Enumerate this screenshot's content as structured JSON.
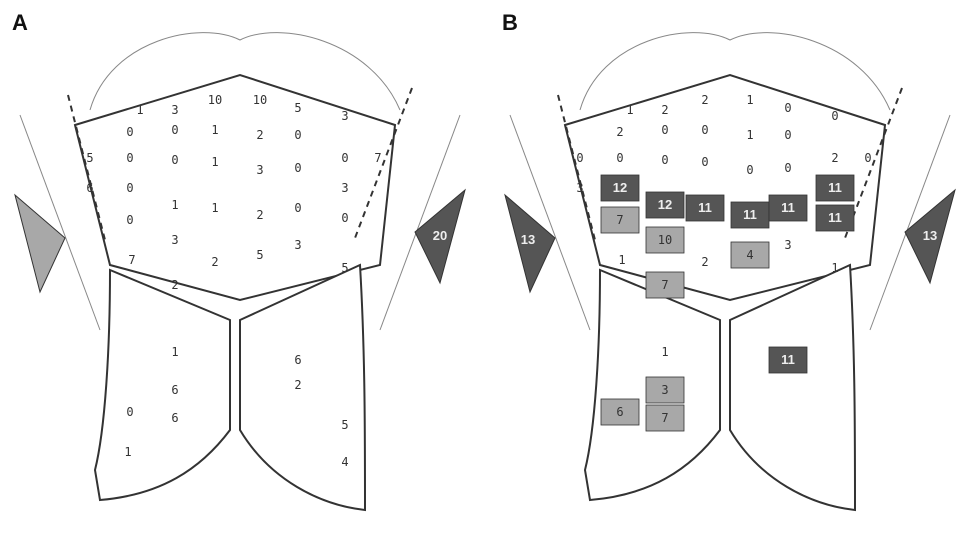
{
  "panels": [
    {
      "label": "A",
      "cells": [
        {
          "v": "1",
          "shade": "w"
        },
        {
          "v": "3",
          "shade": "w"
        },
        {
          "v": "10",
          "shade": "w"
        },
        {
          "v": "10",
          "shade": "w"
        },
        {
          "v": "5",
          "shade": "w"
        },
        {
          "v": "3",
          "shade": "w"
        },
        {
          "v": "0",
          "shade": "w"
        },
        {
          "v": "0",
          "shade": "w"
        },
        {
          "v": "1",
          "shade": "w"
        },
        {
          "v": "2",
          "shade": "w"
        },
        {
          "v": "0",
          "shade": "w"
        },
        {
          "v": "5",
          "shade": "w"
        },
        {
          "v": "0",
          "shade": "w"
        },
        {
          "v": "0",
          "shade": "w"
        },
        {
          "v": "1",
          "shade": "w"
        },
        {
          "v": "3",
          "shade": "w"
        },
        {
          "v": "0",
          "shade": "w"
        },
        {
          "v": "0",
          "shade": "w"
        },
        {
          "v": "7",
          "shade": "w"
        },
        {
          "v": "6",
          "shade": "w"
        },
        {
          "v": "0",
          "shade": "w"
        },
        {
          "v": "1",
          "shade": "w"
        },
        {
          "v": "1",
          "shade": "w"
        },
        {
          "v": "2",
          "shade": "w"
        },
        {
          "v": "0",
          "shade": "w"
        },
        {
          "v": "3",
          "shade": "w"
        },
        {
          "v": "0",
          "shade": "w"
        },
        {
          "v": "3",
          "shade": "w"
        },
        {
          "v": "2",
          "shade": "w"
        },
        {
          "v": "5",
          "shade": "w"
        },
        {
          "v": "3",
          "shade": "w"
        },
        {
          "v": "0",
          "shade": "w"
        },
        {
          "v": "7",
          "shade": "w"
        },
        {
          "v": "2",
          "shade": "w"
        },
        {
          "v": "5",
          "shade": "w"
        },
        {
          "v": "6",
          "shade": "w"
        },
        {
          "v": "1",
          "shade": "w"
        },
        {
          "v": "6",
          "shade": "w"
        },
        {
          "v": "0",
          "shade": "w"
        },
        {
          "v": "6",
          "shade": "w"
        },
        {
          "v": "2",
          "shade": "w"
        },
        {
          "v": "1",
          "shade": "w"
        },
        {
          "v": "5",
          "shade": "w"
        },
        {
          "v": "4",
          "shade": "w"
        }
      ],
      "arm_left_value": "",
      "arm_right_value": "20"
    },
    {
      "label": "B",
      "cells": [
        {
          "v": "1",
          "shade": "w"
        },
        {
          "v": "2",
          "shade": "w"
        },
        {
          "v": "2",
          "shade": "w"
        },
        {
          "v": "1",
          "shade": "w"
        },
        {
          "v": "0",
          "shade": "w"
        },
        {
          "v": "0",
          "shade": "w"
        },
        {
          "v": "2",
          "shade": "w"
        },
        {
          "v": "0",
          "shade": "w"
        },
        {
          "v": "0",
          "shade": "w"
        },
        {
          "v": "1",
          "shade": "w"
        },
        {
          "v": "0",
          "shade": "w"
        },
        {
          "v": "0",
          "shade": "w"
        },
        {
          "v": "0",
          "shade": "w"
        },
        {
          "v": "0",
          "shade": "w"
        },
        {
          "v": "0",
          "shade": "w"
        },
        {
          "v": "0",
          "shade": "w"
        },
        {
          "v": "0",
          "shade": "w"
        },
        {
          "v": "2",
          "shade": "w"
        },
        {
          "v": "0",
          "shade": "w"
        },
        {
          "v": "3",
          "shade": "w"
        },
        {
          "v": "12",
          "shade": "d"
        },
        {
          "v": "12",
          "shade": "d"
        },
        {
          "v": "11",
          "shade": "d"
        },
        {
          "v": "11",
          "shade": "d"
        },
        {
          "v": "11",
          "shade": "d"
        },
        {
          "v": "11",
          "shade": "d"
        },
        {
          "v": "7",
          "shade": "g"
        },
        {
          "v": "10",
          "shade": "g"
        },
        {
          "v": "2",
          "shade": "w"
        },
        {
          "v": "4",
          "shade": "g"
        },
        {
          "v": "3",
          "shade": "w"
        },
        {
          "v": "11",
          "shade": "d"
        },
        {
          "v": "1",
          "shade": "w"
        },
        {
          "v": "7",
          "shade": "g"
        },
        {
          "v": "1",
          "shade": "w"
        },
        {
          "v": "11",
          "shade": "d"
        },
        {
          "v": "1",
          "shade": "w"
        },
        {
          "v": "3",
          "shade": "g"
        },
        {
          "v": "6",
          "shade": "g"
        },
        {
          "v": "7",
          "shade": "g"
        }
      ],
      "arm_left_value": "13",
      "arm_right_value": "13"
    }
  ],
  "colors": {
    "white": "#ffffff",
    "gray": "#a8a8a8",
    "dark": "#555555",
    "outline": "#333333",
    "body_line": "#888888"
  }
}
